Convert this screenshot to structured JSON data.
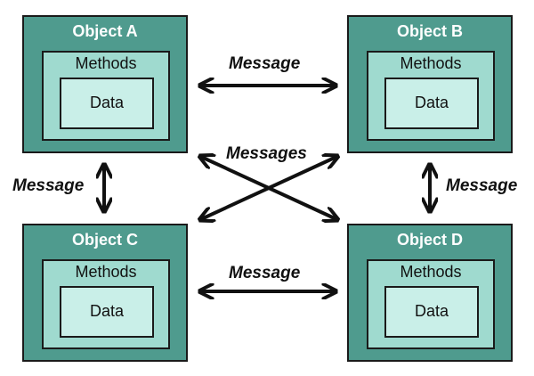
{
  "objects": {
    "a": {
      "title": "Object A",
      "methods": "Methods",
      "data": "Data"
    },
    "b": {
      "title": "Object B",
      "methods": "Methods",
      "data": "Data"
    },
    "c": {
      "title": "Object C",
      "methods": "Methods",
      "data": "Data"
    },
    "d": {
      "title": "Object D",
      "methods": "Methods",
      "data": "Data"
    }
  },
  "messages": {
    "top": "Message",
    "middle": "Messages",
    "left": "Message",
    "right": "Message",
    "bottom": "Message"
  },
  "colors": {
    "object_fill": "#4f9b8e",
    "methods_fill": "#9fdacf",
    "data_fill": "#c9efe8",
    "outline": "#1a1a1a",
    "arrow": "#111111"
  }
}
